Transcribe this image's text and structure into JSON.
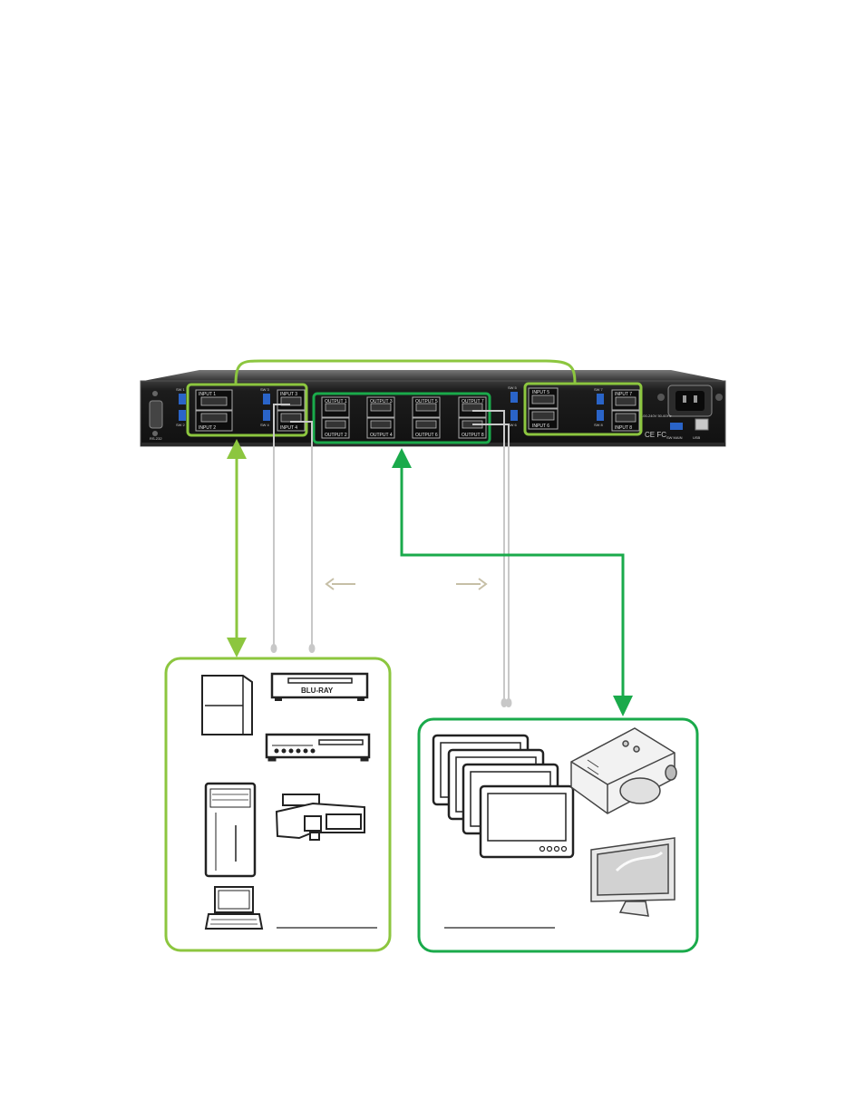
{
  "device": {
    "inputs": [
      "INPUT 1",
      "INPUT 2",
      "INPUT 3",
      "INPUT 4",
      "INPUT 5",
      "INPUT 6",
      "INPUT 7",
      "INPUT 8"
    ],
    "outputs": [
      "OUTPUT 1",
      "OUTPUT 2",
      "OUTPUT 3",
      "OUTPUT 4",
      "OUTPUT 5",
      "OUTPUT 6",
      "OUTPUT 7",
      "OUTPUT 8"
    ],
    "switch_labels": [
      "SW 1",
      "SW 2",
      "SW 3",
      "SW 4",
      "SW 5",
      "SW 6",
      "SW 7",
      "SW 8"
    ],
    "rs232_label": "RS-232",
    "power_label": "100-240V 50-60Hz",
    "sw_main_label": "SW MAIN",
    "usb_label": "USB"
  },
  "sources": {
    "bluray_label": "BLU-RAY"
  },
  "colors": {
    "input_green": "#8cc63f",
    "output_green": "#1aaa4b",
    "cable_gray": "#c8c8c8",
    "direction_arrow": "#c6bfa6",
    "chassis": "#1a1a1a"
  }
}
